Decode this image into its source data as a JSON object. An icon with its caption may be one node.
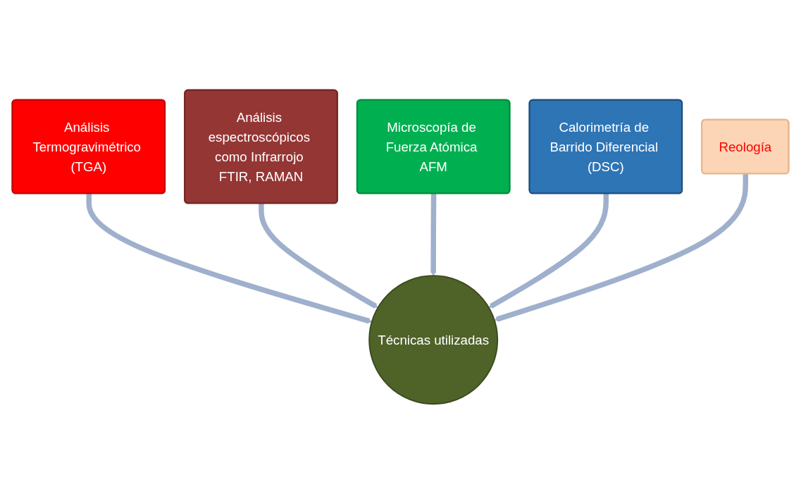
{
  "diagram": {
    "nodes": [
      {
        "text": [
          "Análisis espectroscópicos como Infrarrojo FTIR, RAMAN"
        ]
      },
      {
        "text": [
          "Análisis Termogravimétrico (TGA)"
        ]
      },
      {
        "text": [
          "Microscopía de Fuerza Atómica AFM"
        ]
      },
      {
        "text": [
          "Calorimetría de Barrido Diferencial (DSC)"
        ]
      },
      {
        "text": [
          "Técnicas utilizadas"
        ]
      },
      {
        "text": [
          "Reología"
        ]
      }
    ],
    "edges": [
      {
        "from": 1,
        "to": 4,
        "arrow": "to"
      },
      {
        "from": 0,
        "to": 4,
        "arrow": "to"
      },
      {
        "from": 2,
        "to": 4,
        "arrow": "to"
      },
      {
        "from": 3,
        "to": 4,
        "arrow": "to"
      },
      {
        "from": 5,
        "to": 4,
        "arrow": "to"
      }
    ]
  }
}
